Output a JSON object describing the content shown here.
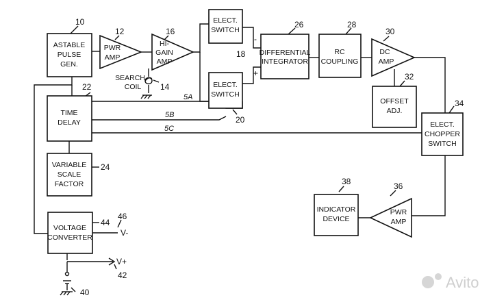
{
  "blocks": {
    "astable": [
      "ASTABLE",
      "PULSE",
      "GEN."
    ],
    "pwr_amp_1": [
      "PWR",
      "AMP"
    ],
    "hi_gain_amp": [
      "HI-",
      "GAIN",
      "AMP"
    ],
    "search_coil": [
      "SEARCH",
      "COIL"
    ],
    "elect_switch_top": [
      "ELECT.",
      "SWITCH"
    ],
    "elect_switch_bottom": [
      "ELECT.",
      "SWITCH"
    ],
    "diff_integrator": [
      "DIFFERENTIAL",
      "INTEGRATOR"
    ],
    "rc_coupling": [
      "RC",
      "COUPLING"
    ],
    "dc_amp": [
      "DC",
      "AMP"
    ],
    "offset_adj": [
      "OFFSET",
      "ADJ."
    ],
    "chopper_switch": [
      "ELECT.",
      "CHOPPER",
      "SWITCH"
    ],
    "time_delay": [
      "TIME",
      "DELAY"
    ],
    "variable_scale": [
      "VARIABLE",
      "SCALE",
      "FACTOR"
    ],
    "voltage_converter": [
      "VOLTAGE",
      "CONVERTER"
    ],
    "indicator": [
      "INDICATOR",
      "DEVICE"
    ],
    "pwr_amp_2": [
      "PWR",
      "AMP"
    ]
  },
  "refs": {
    "astable": "10",
    "pwr_amp_1": "12",
    "search_coil": "14",
    "hi_gain_amp": "16",
    "elect_switch_top": "18",
    "elect_switch_bottom": "20",
    "time_delay": "22",
    "variable_scale": "24",
    "diff_integrator": "26",
    "rc_coupling": "28",
    "dc_amp": "30",
    "offset_adj": "32",
    "chopper_switch": "34",
    "pwr_amp_2": "36",
    "indicator": "38",
    "battery": "40",
    "v_plus": "42",
    "voltage_converter": "44",
    "v_minus": "46"
  },
  "signals": {
    "s5a": "5A",
    "s5b": "5B",
    "s5c": "5C"
  },
  "terminals": {
    "v_minus": "V-",
    "v_plus": "V+",
    "minus": "-",
    "plus": "+"
  },
  "watermark": "Avito"
}
